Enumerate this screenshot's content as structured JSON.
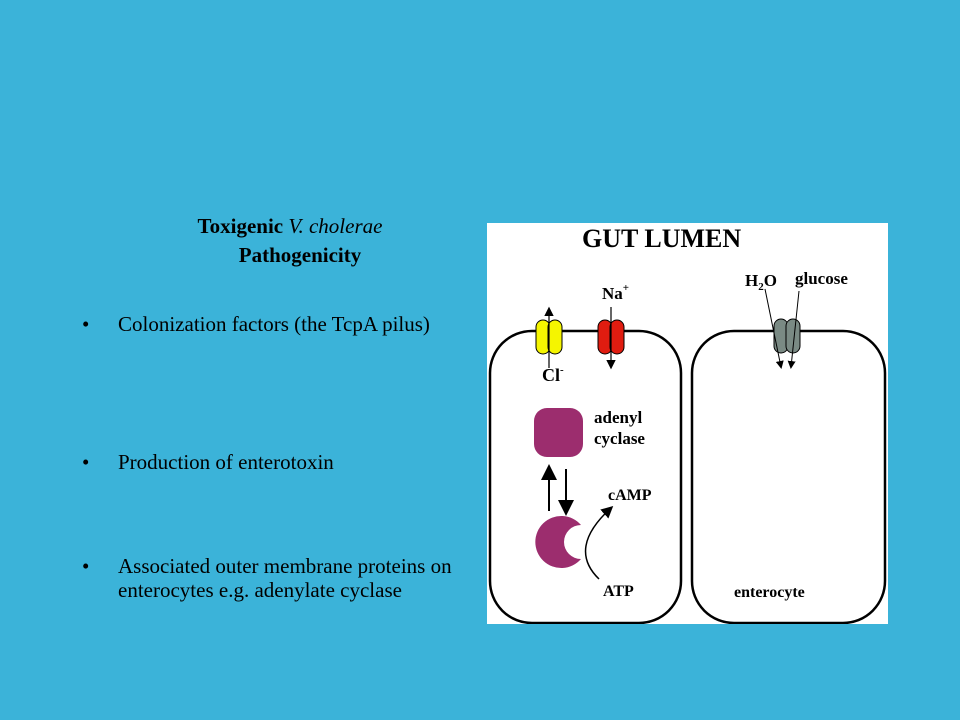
{
  "slide": {
    "title_prefix": "Toxigenic ",
    "title_italic": "V. cholerae",
    "title_line2": "Pathogenicity",
    "bullets": [
      "Colonization factors (the TcpA pilus)",
      "Production of enterotoxin",
      "Associated outer membrane proteins on enterocytes e.g. adenylate cyclase"
    ],
    "bullet_glyph": "•"
  },
  "diagram": {
    "heading": "GUT LUMEN",
    "na_label": "Na",
    "na_sup": "+",
    "cl_label": "Cl",
    "cl_sup": "-",
    "h2o_label_h": "H",
    "h2o_label_sub": "2",
    "h2o_label_o": "O",
    "glucose_label": "glucose",
    "adenyl_label_1": "adenyl",
    "adenyl_label_2": "cyclase",
    "camp_label": "cAMP",
    "atp_label": "ATP",
    "enterocyte_label": "enterocyte"
  },
  "colors": {
    "background": "#3bb3d9",
    "panel": "#ffffff",
    "cl_channel": "#f5f500",
    "na_channel": "#e01c10",
    "h2o_channel": "#7a8a84",
    "enzyme": "#9c2d6e"
  }
}
